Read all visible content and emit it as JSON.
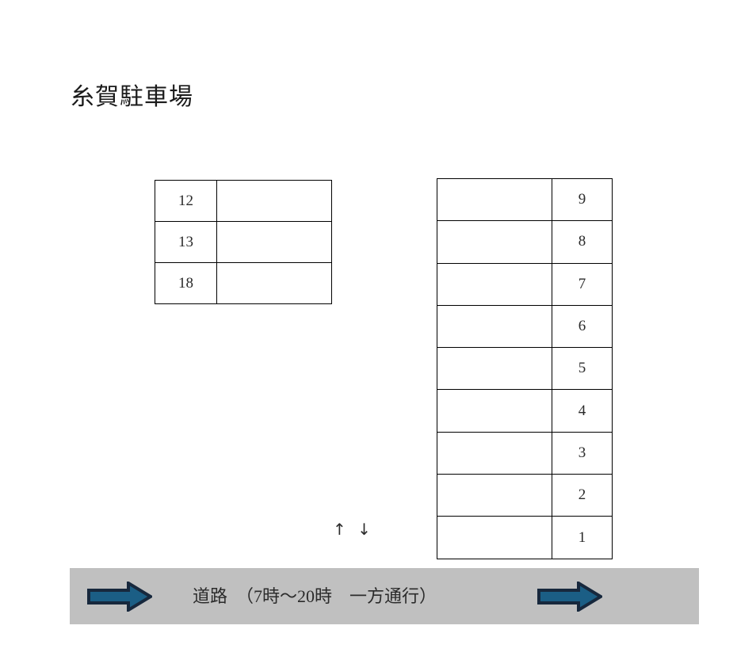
{
  "page": {
    "title": "糸賀駐車場",
    "background_color": "#FFFFFF"
  },
  "left_lot": {
    "name": "left-parking-block",
    "columns": 2,
    "rows": [
      {
        "stall_number": "12",
        "space_label": ""
      },
      {
        "stall_number": "13",
        "space_label": ""
      },
      {
        "stall_number": "18",
        "space_label": ""
      }
    ]
  },
  "right_lot": {
    "name": "right-parking-block",
    "columns": 2,
    "rows": [
      {
        "space_label": "",
        "stall_number": "9"
      },
      {
        "space_label": "",
        "stall_number": "8"
      },
      {
        "space_label": "",
        "stall_number": "7"
      },
      {
        "space_label": "",
        "stall_number": "6"
      },
      {
        "space_label": "",
        "stall_number": "5"
      },
      {
        "space_label": "",
        "stall_number": "4"
      },
      {
        "space_label": "",
        "stall_number": "3"
      },
      {
        "space_label": "",
        "stall_number": "2"
      },
      {
        "space_label": "",
        "stall_number": "1"
      }
    ]
  },
  "traffic_marker": {
    "symbols": "↑ ↓",
    "icon_names": [
      "arrow-up-icon",
      "arrow-down-icon"
    ]
  },
  "road": {
    "label": "道路　（7時〜20時　一方通行）",
    "band_color": "#C0C0C0",
    "arrow_fill": "#1B5E85",
    "arrow_outline": "#17283D",
    "left_arrow_icon": "arrow-right-icon",
    "right_arrow_icon": "arrow-right-icon"
  }
}
